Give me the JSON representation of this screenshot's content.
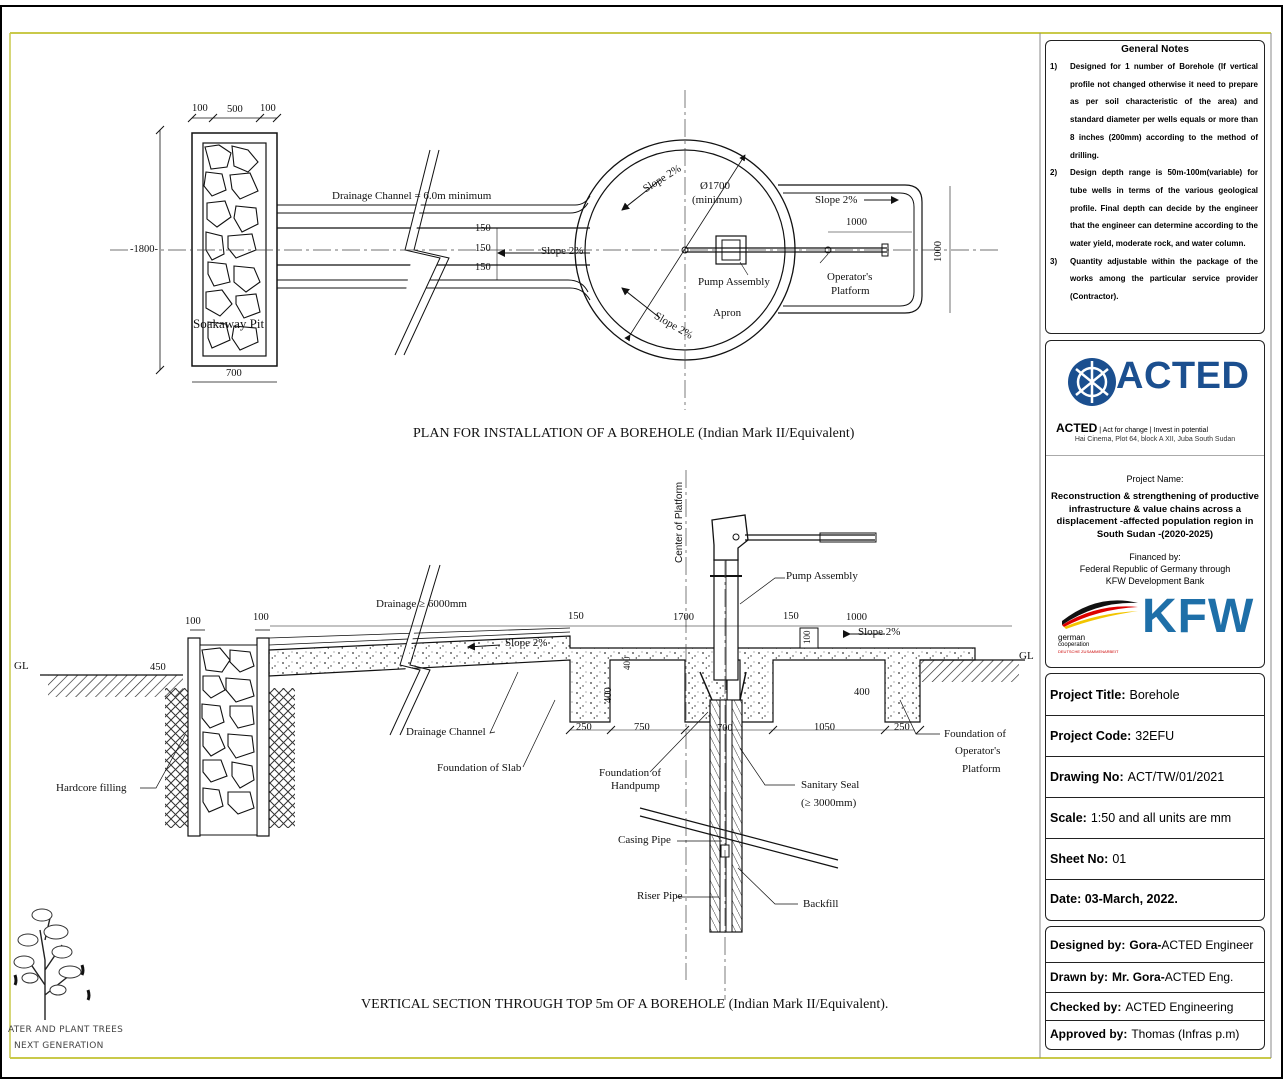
{
  "notes": {
    "title": "General Notes",
    "items": [
      {
        "num": "1)",
        "text": "Designed for 1 number of Borehole (If vertical profile not changed otherwise it need to prepare as per soil characteristic of the area) and standard diameter per wells equals or more than 8 inches (200mm) according to the method of drilling."
      },
      {
        "num": "2)",
        "text": "Design depth range is 50m-100m(variable) for tube wells in terms of the various geological profile. Final depth can decide by the engineer that the engineer can determine according to the water yield, moderate rock, and water column."
      },
      {
        "num": "3)",
        "text": "Quantity adjustable within the package of the works among the particular service provider (Contractor)."
      }
    ]
  },
  "org": {
    "logo_text": "ACTED",
    "name": "ACTED",
    "tagline": "Act for change | Invest in potential",
    "address": "Hai Cinema, Plot 64, block A XII, Juba South Sudan",
    "project_label": "Project Name:",
    "project_name": "Reconstruction & strengthening of productive infrastructure & value chains across a displacement -affected population region in South Sudan -(2020-2025)",
    "financed_label": "Financed by:",
    "financed_1": "Federal Republic of Germany through",
    "financed_2": "KFW Development Bank",
    "gc_1": "german",
    "gc_2": "cooperation",
    "gc_3": "DEUTSCHE ZUSAMMENARBEIT",
    "kfw": "KFW"
  },
  "title_block": {
    "project_title_label": "Project Title:",
    "project_title": "Borehole",
    "project_code_label": "Project Code:",
    "project_code": "32EFU",
    "drawing_no_label": "Drawing No:",
    "drawing_no": "ACT/TW/01/2021",
    "scale_label": "Scale:",
    "scale": "1:50 and all units are mm",
    "sheet_no_label": "Sheet No:",
    "sheet_no": "01",
    "date_label": "Date: 03-March, 2022.",
    "designed_label": "Designed by:",
    "designed_name": "Gora-",
    "designed_rest": "ACTED Engineer",
    "drawn_label": "Drawn by:",
    "drawn_name": "Mr. Gora-",
    "drawn_rest": "ACTED Eng.",
    "checked_label": "Checked by:",
    "checked": "ACTED Engineering",
    "approved_label": "Approved by:",
    "approved": "Thomas (Infras p.m)"
  },
  "plan": {
    "caption": "PLAN FOR INSTALLATION OF A BOREHOLE (Indian Mark II/Equivalent)",
    "d100a": "100",
    "d500": "500",
    "d100b": "100",
    "d1800": "1800",
    "d700": "700",
    "soakaway": "Soakaway Pit",
    "channel": "Drainage Channel = 6.0m minimum",
    "d150a": "150",
    "d150b": "150",
    "d150c": "150",
    "slope_ch": "Slope 2%",
    "dia": "Ø1700",
    "dia_min": "(minimum)",
    "slope_ul": "Slope 2%",
    "slope_ll": "Slope 2%",
    "pump": "Pump Assembly",
    "apron": "Apron",
    "slope_r": "Slope 2%",
    "d1000": "1000",
    "d1000v": "1000",
    "op1": "Operator's",
    "op2": "Platform"
  },
  "section": {
    "caption": "VERTICAL SECTION THROUGH TOP 5m OF A BOREHOLE (Indian Mark II/Equivalent).",
    "center": "Center of Platform",
    "pump": "Pump Assembly",
    "drain": "Drainage ≥ 6000mm",
    "d100a": "100",
    "d100b": "100",
    "d150a": "150",
    "d1700": "1700",
    "d150b": "150",
    "d1000": "1000",
    "slope_a": "Slope 2%",
    "slope_b": "Slope 2%",
    "d100v": "100",
    "gl_l": "GL",
    "gl_r": "GL",
    "d450": "450",
    "d400a": "400",
    "d400b": "400",
    "d400c": "400",
    "d250a": "250",
    "d750": "750",
    "d700": "700",
    "d1050": "1050",
    "d250b": "250",
    "drain_ch": "Drainage Channel",
    "found_slab": "Foundation of Slab",
    "hardcore": "Hardcore filling",
    "found_hp1": "Foundation of",
    "found_hp2": "Handpump",
    "sanitary1": "Sanitary Seal",
    "sanitary2": "(≥ 3000mm)",
    "casing": "Casing Pipe",
    "riser": "Riser Pipe",
    "backfill": "Backfill",
    "found_op1": "Foundation of",
    "found_op2": "Operator's",
    "found_op3": "Platform"
  },
  "tree": {
    "line1": "ATER AND PLANT TREES",
    "line2": "NEXT GENERATION"
  }
}
